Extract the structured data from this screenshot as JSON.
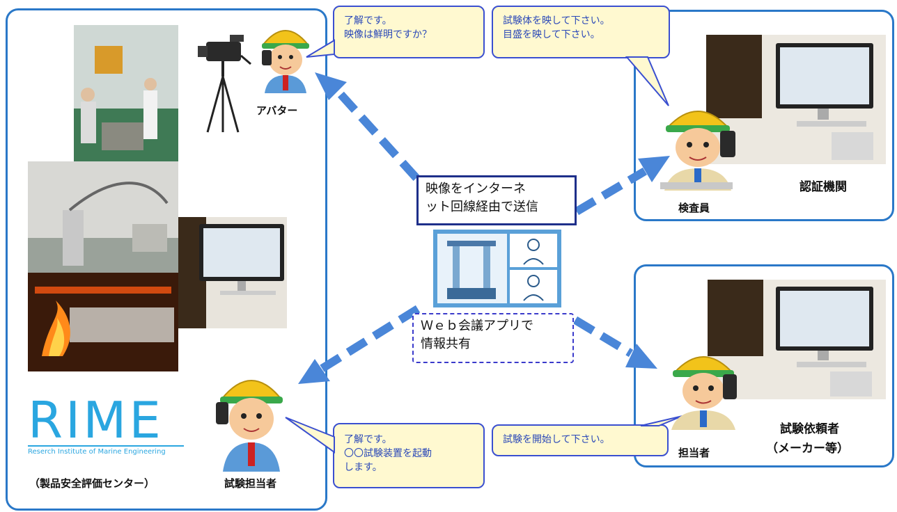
{
  "left_panel": {
    "avatar_label": "アバター",
    "tester_label": "試験担当者",
    "logo_text": "RIME",
    "logo_subtitle": "Reserch Institute of Marine Engineering",
    "org_label": "（製品安全評価センター）"
  },
  "bubbles": {
    "avatar": [
      "了解です。",
      "映像は鮮明ですか？"
    ],
    "inspector": [
      "試験体を映して下さい。",
      "目盛を映して下さい。"
    ],
    "tester": [
      "了解です。",
      "〇〇試験装置を起動",
      "します。"
    ],
    "requester": [
      "試験を開始して下さい。"
    ]
  },
  "center": {
    "transmit": [
      "映像をインターネ",
      "ット回線経由で送信"
    ],
    "share": [
      "Ｗｅｂ会議アプリで",
      "情報共有"
    ]
  },
  "right_top": {
    "inspector_label": "検査員",
    "org_label": "認証機関"
  },
  "right_bottom": {
    "person_label": "担当者",
    "org_label": "試験依頼者",
    "org_sub": "（メーカー等）"
  },
  "colors": {
    "panel_border": "#2a78c8",
    "arrow": "#4a86d8",
    "bubble_fill": "#fff9d0",
    "bubble_text": "#2a48b8",
    "logo": "#2aa6e0"
  }
}
